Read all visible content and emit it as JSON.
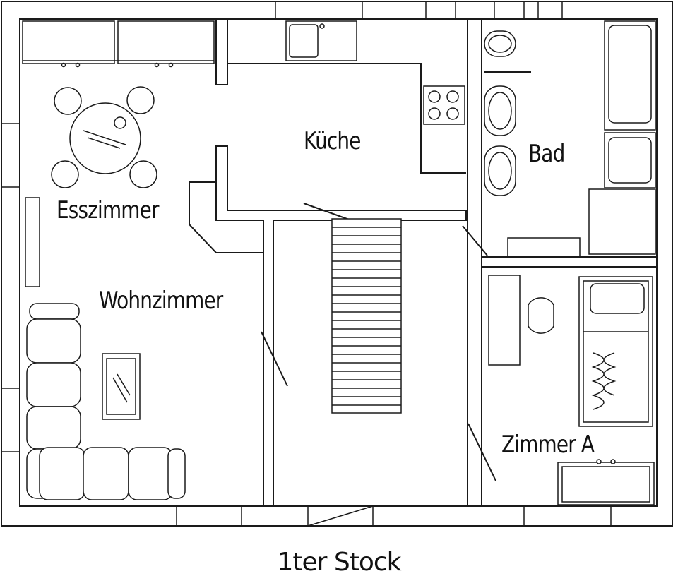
{
  "rooms": {
    "kueche": "Küche",
    "bad": "Bad",
    "esszimmer": "Esszimmer",
    "wohnzimmer": "Wohnzimmer",
    "zimmer_a": "Zimmer A"
  },
  "caption": "1ter Stock"
}
